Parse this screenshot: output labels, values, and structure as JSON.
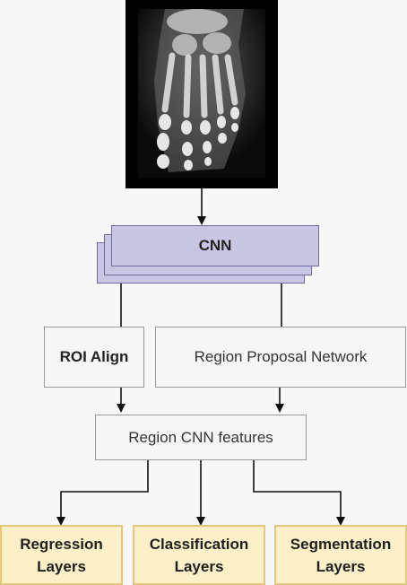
{
  "nodes": {
    "cnn": "CNN",
    "roi_align": "ROI Align",
    "rpn": "Region Proposal Network",
    "features": "Region CNN features",
    "regression": {
      "line1": "Regression",
      "line2": "Layers"
    },
    "classification": {
      "line1": "Classification",
      "line2": "Layers"
    },
    "segmentation": {
      "line1": "Segmentation",
      "line2": "Layers"
    }
  },
  "colors": {
    "cnn_fill": "#c9c6e4",
    "cnn_border": "#6e6a9a",
    "output_fill": "#fdf0c8",
    "output_border": "#e2c878",
    "box_border": "#9a9a9a"
  }
}
